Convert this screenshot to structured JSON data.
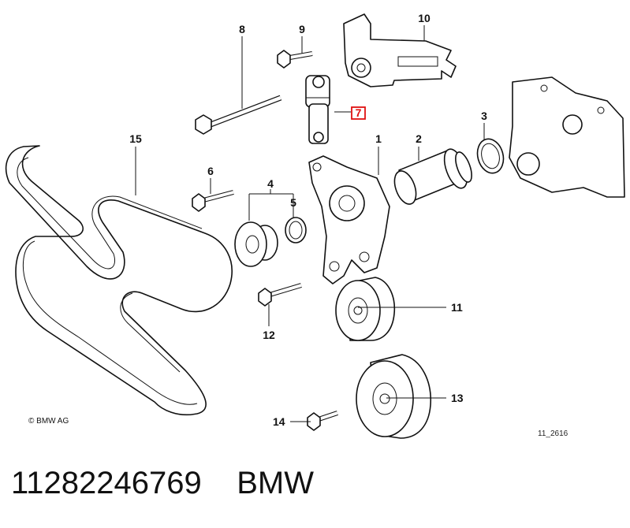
{
  "diagram": {
    "callouts": [
      {
        "id": "p1",
        "label": "1"
      },
      {
        "id": "p2",
        "label": "2"
      },
      {
        "id": "p3",
        "label": "3"
      },
      {
        "id": "p4",
        "label": "4"
      },
      {
        "id": "p5",
        "label": "5"
      },
      {
        "id": "p6",
        "label": "6"
      },
      {
        "id": "p7",
        "label": "7",
        "highlighted": true
      },
      {
        "id": "p8",
        "label": "8"
      },
      {
        "id": "p9",
        "label": "9"
      },
      {
        "id": "p10",
        "label": "10"
      },
      {
        "id": "p11",
        "label": "11"
      },
      {
        "id": "p12",
        "label": "12"
      },
      {
        "id": "p13",
        "label": "13"
      },
      {
        "id": "p14",
        "label": "14"
      },
      {
        "id": "p15",
        "label": "15"
      }
    ],
    "copyright": "© BMW AG",
    "drawing_ref": "11_2616",
    "highlight_color": "#e01010"
  },
  "caption": {
    "part_number": "11282246769",
    "brand": "BMW"
  }
}
